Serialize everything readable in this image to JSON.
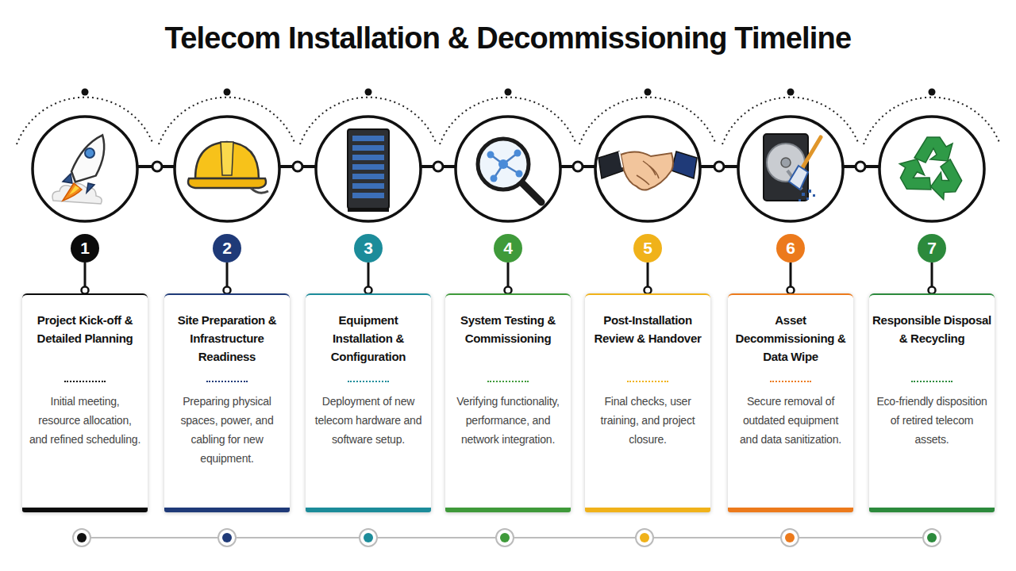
{
  "diagram": {
    "title": "Telecom Installation & Decommissioning Timeline",
    "nodes": [
      {
        "text": [
          "1"
        ]
      },
      {
        "text": [
          "2"
        ]
      },
      {
        "text": [
          "3"
        ]
      },
      {
        "text": [
          "4"
        ]
      },
      {
        "text": [
          "5"
        ]
      },
      {
        "text": [
          "6"
        ]
      },
      {
        "text": [
          "7"
        ]
      },
      {
        "text": [
          "Project Kick-off & Detailed Planning",
          "Initial meeting, resource allocation, and refined scheduling."
        ]
      },
      {
        "text": [
          "Site Preparation & Infrastructure Readiness",
          "Preparing physical spaces, power, and cabling for new equipment."
        ]
      },
      {
        "text": [
          "Equipment Installation & Configuration",
          "Deployment of new telecom hardware and software setup."
        ]
      },
      {
        "text": [
          "System Testing & Commissioning",
          "Verifying functionality, performance, and network integration."
        ]
      },
      {
        "text": [
          "Post-Installation Review & Handover",
          "Final checks, user training, and project closure."
        ]
      },
      {
        "text": [
          "Asset Decommissioning & Data Wipe",
          "Secure removal of outdated equipment and data sanitization."
        ]
      },
      {
        "text": [
          "Responsible Disposal & Recycling",
          "Eco-friendly disposition of retired telecom assets."
        ]
      }
    ],
    "edges": [
      {
        "from": 0,
        "to": 7,
        "arrow": "none"
      },
      {
        "from": 1,
        "to": 8,
        "arrow": "none"
      },
      {
        "from": 2,
        "to": 9,
        "arrow": "none"
      },
      {
        "from": 3,
        "to": 10,
        "arrow": "none"
      },
      {
        "from": 4,
        "to": 11,
        "arrow": "none"
      },
      {
        "from": 5,
        "to": 12,
        "arrow": "none"
      },
      {
        "from": 6,
        "to": 13,
        "arrow": "none"
      }
    ]
  }
}
